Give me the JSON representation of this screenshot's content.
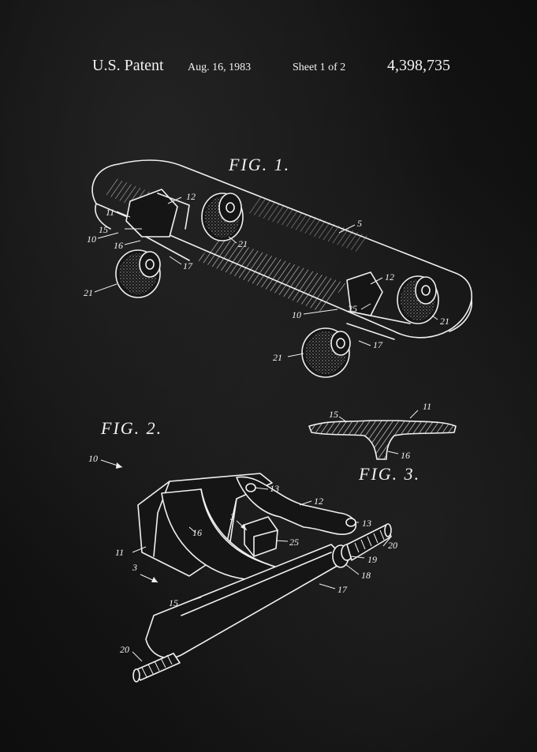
{
  "header": {
    "patent": "U.S. Patent",
    "date": "Aug. 16, 1983",
    "sheet": "Sheet 1 of 2",
    "number": "4,398,735"
  },
  "figures": {
    "fig1": "FIG. 1.",
    "fig2": "FIG. 2.",
    "fig3": "FIG. 3."
  },
  "refs": {
    "fig1": [
      "12",
      "11",
      "15",
      "10",
      "16",
      "17",
      "21",
      "21",
      "5",
      "12",
      "25",
      "10",
      "21",
      "17",
      "21"
    ],
    "fig2": [
      "10",
      "13",
      "12",
      "3",
      "13",
      "16",
      "25",
      "20",
      "11",
      "19",
      "18",
      "3",
      "15",
      "17",
      "20"
    ],
    "fig3": [
      "15",
      "11",
      "16"
    ]
  },
  "colors": {
    "background": "#141414",
    "ink": "#f0f0f0"
  }
}
